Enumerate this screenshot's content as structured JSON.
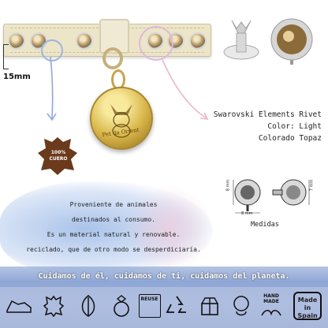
{
  "product": {
    "size_label": "15mm",
    "tag_engraving": "Pet da Orient"
  },
  "rivet_spec": {
    "line1": "Swarovski Elements Rivet",
    "line2": "Color: Light",
    "line3": "Colorado Topaz"
  },
  "leather_badge": {
    "line1": "100%",
    "line2": "CUERO"
  },
  "measurements": {
    "label": "Medidas",
    "dim1": "8 mm",
    "dim2": "8 mm",
    "dim3": "7 mm"
  },
  "description": {
    "line1": "Proveniente de animales",
    "line2": "destinados al consumo.",
    "line3": "Es un material natural y renovable.",
    "line4": "reciclado, que de otro modo se desperdiciaría."
  },
  "footer": {
    "slogan": "Cuidamos de él, cuidamos de ti, cuidamos del planeta.",
    "icons": [
      "shoe-icon",
      "leather-icon",
      "leaf-icon",
      "diamond-ring-icon",
      "reuse-bag-icon",
      "recycle-icon",
      "box-icon",
      "hand-made-icon",
      "made-in-spain-icon"
    ],
    "reuse_label": "REUSE",
    "handmade_label": "HAND MADE",
    "spain_line1": "Made in",
    "spain_line2": "Spain"
  },
  "colors": {
    "collar": "#ece5c8",
    "tag_gold": "#d8b548",
    "watercolor_blue": "#8fa7d6",
    "watercolor_pink": "#f0c8d7",
    "leather_brown": "#6b3a1c"
  }
}
